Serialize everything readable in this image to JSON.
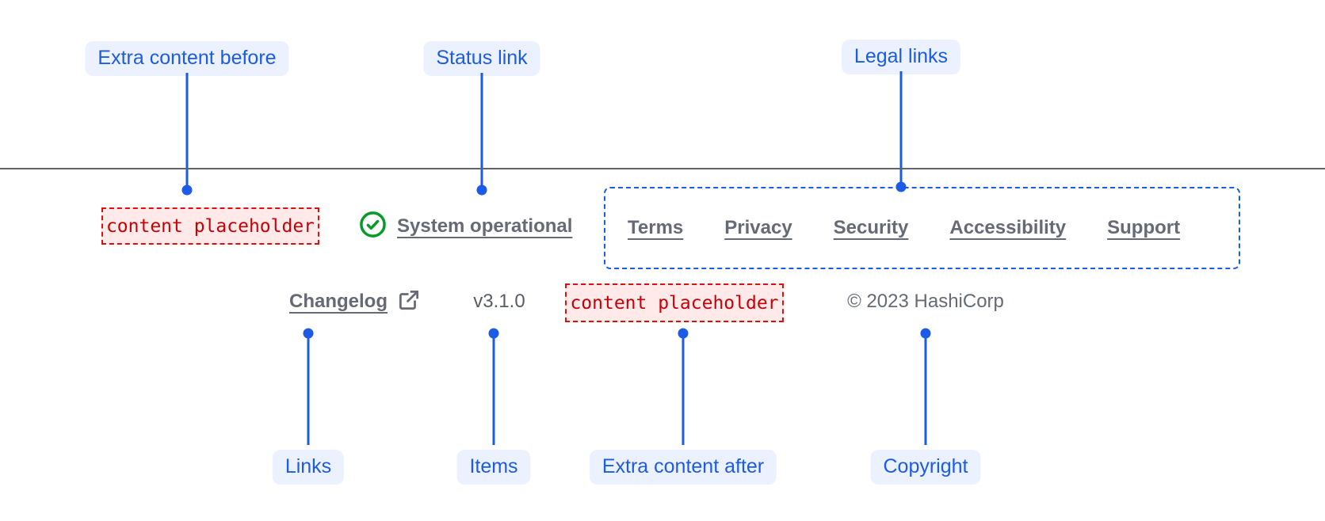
{
  "annotations": {
    "top": [
      {
        "label": "Extra content before"
      },
      {
        "label": "Status link"
      },
      {
        "label": "Legal links"
      }
    ],
    "bottom": [
      {
        "label": "Links"
      },
      {
        "label": "Items"
      },
      {
        "label": "Extra content after"
      },
      {
        "label": "Copyright"
      }
    ]
  },
  "footer": {
    "extra_content_before": "content placeholder",
    "status": {
      "label": "System operational",
      "icon": "check-circle-icon"
    },
    "legal_links": [
      {
        "label": "Terms"
      },
      {
        "label": "Privacy"
      },
      {
        "label": "Security"
      },
      {
        "label": "Accessibility"
      },
      {
        "label": "Support"
      }
    ],
    "links": [
      {
        "label": "Changelog",
        "icon": "external-link-icon"
      }
    ],
    "version": "v3.1.0",
    "extra_content_after": "content placeholder",
    "copyright": "© 2023 HashiCorp"
  },
  "colors": {
    "accent_blue": "#1C5BE5",
    "label_bg": "#EBF1FE",
    "link_gray": "#656A76",
    "divider_gray": "#60646C",
    "placeholder_text_red": "#C80006",
    "placeholder_bg": "#FFE9E9",
    "placeholder_border_red": "#E10E0E",
    "success_green": "#049B28"
  }
}
